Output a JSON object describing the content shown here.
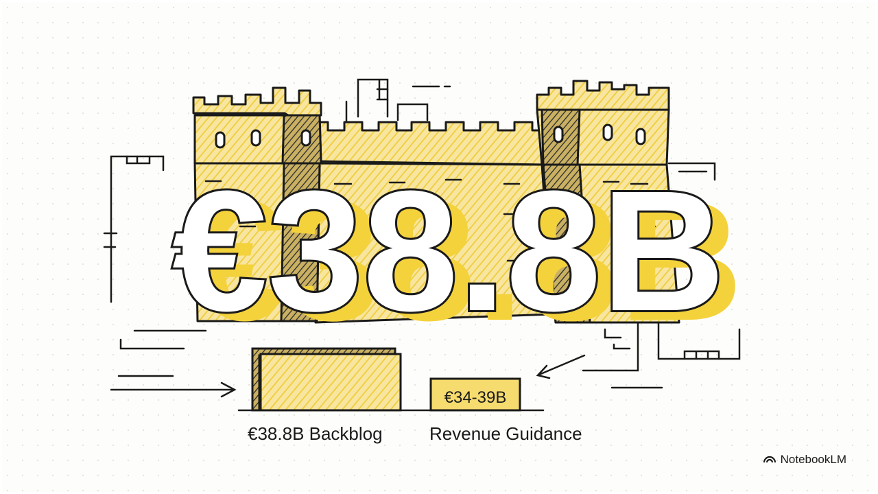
{
  "headline": "€38.8B",
  "backlog_box_value": "",
  "guidance_box_value": "€34-39B",
  "captions": {
    "backlog": "€38.8B Backblog",
    "guidance": "Revenue Guidance"
  },
  "brand": {
    "name": "NotebookLM",
    "icon": "notebooklm-logo-icon"
  },
  "colors": {
    "accent_yellow": "#f4d23c",
    "fill_yellow": "#f7e08a",
    "ink": "#1a1a1a",
    "paper": "#fdfdfb"
  }
}
